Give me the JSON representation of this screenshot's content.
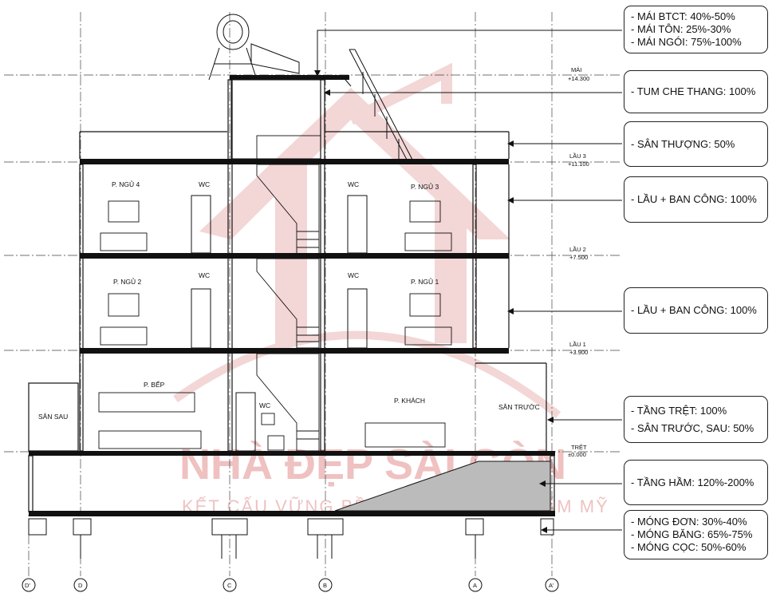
{
  "watermark": {
    "brand": "NHÀ ĐẸP SÀI GÒN",
    "slogan": "KẾT CẤU VỮNG BỀN - KIẾN TRÚC THẨM MỸ"
  },
  "levels": {
    "roof": {
      "name": "MÁI",
      "elev": "+14.300"
    },
    "floor3": {
      "name": "LẦU 3",
      "elev": "+11.100"
    },
    "floor2": {
      "name": "LẦU 2",
      "elev": "+7.500"
    },
    "floor1": {
      "name": "LẦU 1",
      "elev": "+3.900"
    },
    "ground": {
      "name": "TRỆT",
      "elev": "±0.000"
    }
  },
  "rooms": {
    "bed4": "P. NGỦ 4",
    "wc_l3_left": "WC",
    "wc_l3_right": "WC",
    "bed3": "P. NGỦ 3",
    "bed2": "P. NGỦ 2",
    "wc_l2_left": "WC",
    "wc_l2_right": "WC",
    "bed1": "P. NGỦ 1",
    "kitchen": "P. BẾP",
    "wc_ground": "WC",
    "living": "P. KHÁCH",
    "back_yard": "SÂN SAU",
    "front_yard": "SÂN TRƯỚC"
  },
  "grid_axes": [
    "D'",
    "D",
    "C",
    "B",
    "A",
    "A'"
  ],
  "callouts": {
    "roof": [
      "- MÁI BTCT: 40%-50%",
      "- MÁI TÔN: 25%-30%",
      "- MÁI NGÓI: 75%-100%"
    ],
    "stair_cover": [
      "- TUM CHE THANG: 100%"
    ],
    "terrace": [
      "- SÂN THƯỢNG: 50%"
    ],
    "upper_floor_a": [
      "- LẦU + BAN CÔNG: 100%"
    ],
    "upper_floor_b": [
      "- LẦU + BAN CÔNG: 100%"
    ],
    "ground": [
      "- TẦNG TRỆT: 100%",
      "- SÂN TRƯỚC, SAU: 50%"
    ],
    "basement": [
      "- TẦNG HẦM: 120%-200%"
    ],
    "foundation": [
      "- MÓNG ĐƠN: 30%-40%",
      "- MÓNG BĂNG: 65%-75%",
      "- MÓNG CỌC: 50%-60%"
    ]
  },
  "colors": {
    "line": "#111111",
    "watermark": "#e9a8a8"
  }
}
